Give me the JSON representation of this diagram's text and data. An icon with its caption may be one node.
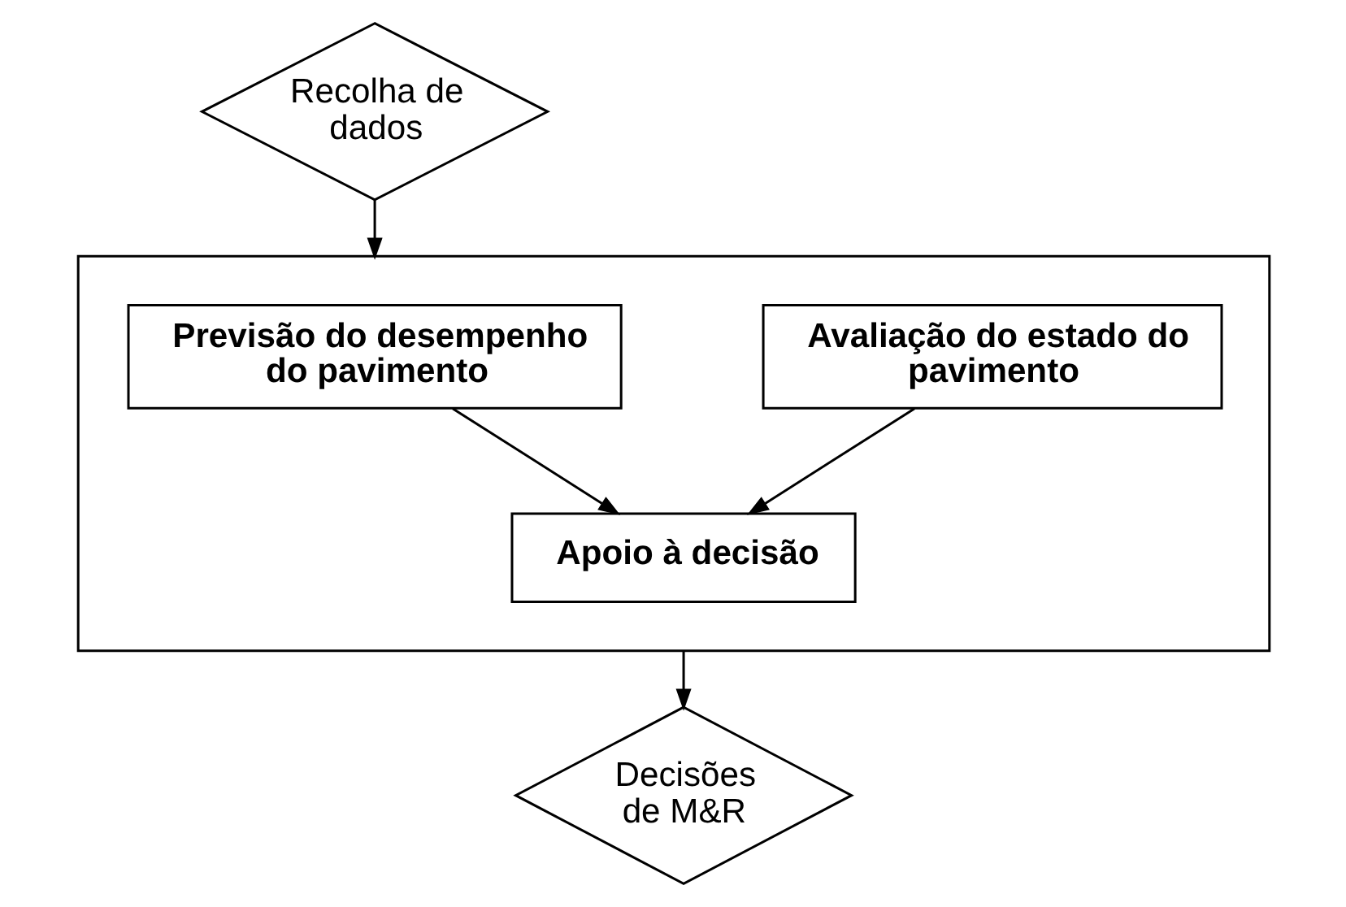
{
  "diagram": {
    "nodes": [
      {
        "text": [
          "Recolha de dados"
        ]
      },
      {
        "text": [],
        "shape": "box"
      },
      {
        "text": [
          "Avaliação do estado do pavimento"
        ],
        "in": 1
      },
      {
        "text": [
          "Previsão do desempenho do pavimento"
        ],
        "in": 1
      },
      {
        "text": [
          "Apoio à decisão"
        ],
        "in": 1
      },
      {
        "text": [
          "Decisões de M&R"
        ]
      }
    ],
    "edges": [
      {
        "from": 0,
        "to": 1,
        "arrow": "to"
      },
      {
        "from": 2,
        "to": 4,
        "arrow": "to"
      },
      {
        "from": 3,
        "to": 4,
        "arrow": "to"
      },
      {
        "from": 1,
        "to": 5,
        "arrow": "to"
      }
    ]
  }
}
